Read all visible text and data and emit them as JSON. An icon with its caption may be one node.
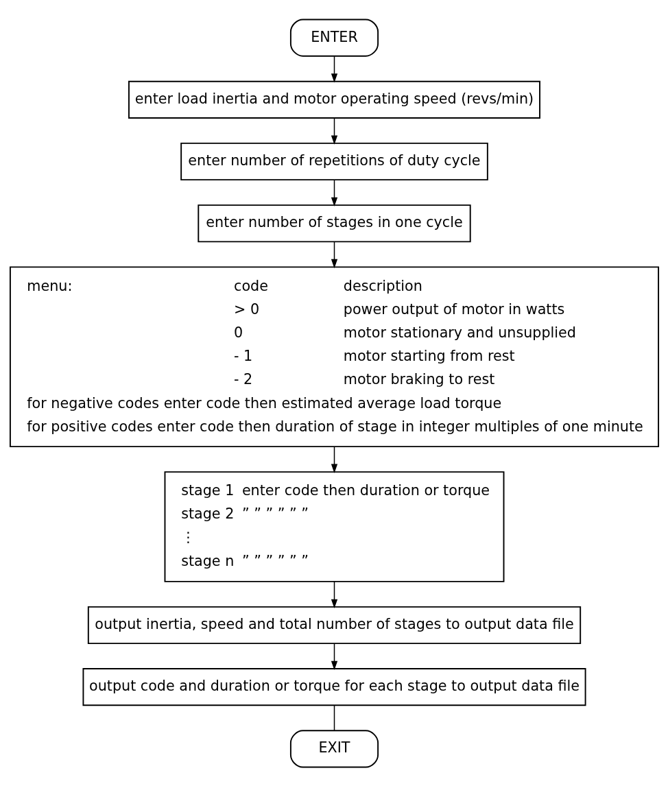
{
  "diagram": {
    "nodes": [
      {
        "text": [
          "ENTER"
        ]
      },
      {
        "text": [
          "enter load inertia and motor operating speed (revs/min)"
        ]
      },
      {
        "text": [
          "enter number of repetitions of duty cycle"
        ]
      },
      {
        "text": [
          "enter number of stages in one cycle"
        ]
      },
      {
        "text": [
          "menu:",
          "code",
          "description",
          "> 0",
          "power output of motor in watts",
          "0",
          "motor stationary and unsupplied",
          "- 1",
          "motor starting from rest",
          "- 2",
          "motor braking to rest",
          "for negative codes enter code then estimated average load torque",
          "for positive codes enter code then duration of stage in integer multiples of one minute"
        ]
      },
      {
        "text": [
          "stage 1",
          "enter code then duration or torque",
          "stage 2",
          "” ” ” ” ” ”",
          "⋮",
          "stage n",
          "” ” ” ” ” ”"
        ]
      },
      {
        "text": [
          "output inertia, speed and total number of stages to output data file"
        ]
      },
      {
        "text": [
          "output code and duration or torque for each stage to output data file"
        ]
      },
      {
        "text": [
          "EXIT"
        ]
      }
    ],
    "edges": [
      {
        "from": 0,
        "to": 1,
        "arrow": "to"
      },
      {
        "from": 1,
        "to": 2,
        "arrow": "to"
      },
      {
        "from": 2,
        "to": 3,
        "arrow": "to"
      },
      {
        "from": 3,
        "to": 4,
        "arrow": "to"
      },
      {
        "from": 4,
        "to": 5,
        "arrow": "to"
      },
      {
        "from": 5,
        "to": 6,
        "arrow": "to"
      },
      {
        "from": 6,
        "to": 7,
        "arrow": "to"
      },
      {
        "from": 7,
        "to": 8,
        "arrow": "none"
      }
    ]
  }
}
